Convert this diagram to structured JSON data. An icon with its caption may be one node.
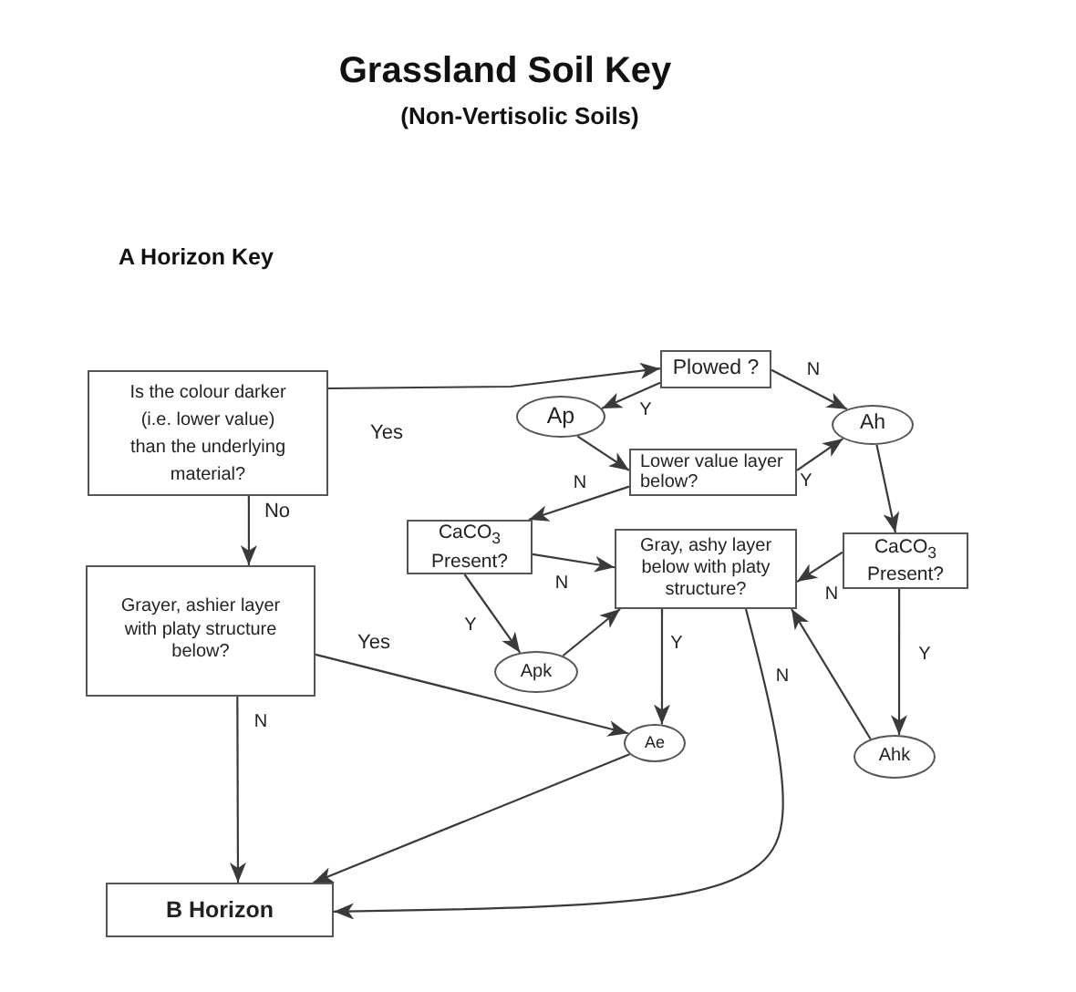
{
  "diagram": {
    "title": "Grassland Soil Key",
    "nodes": [
      {
        "text": [
          "Is the colour darker (i.e. lower value) than the underlying material?"
        ]
      },
      {
        "text": [
          "Plowed ?"
        ]
      },
      {
        "text": [
          "Ap"
        ]
      },
      {
        "text": [
          "Ah"
        ]
      },
      {
        "text": [
          "Lower value layer below?"
        ]
      },
      {
        "text": [
          "CaCO$_{3}$ Present?"
        ]
      },
      {
        "text": [
          "Gray, ashy layer below with platy structure?"
        ]
      },
      {
        "text": [
          "CaCO$_{3}$ Present?"
        ]
      },
      {
        "text": [
          "Grayer, ashier layer with platy structure below?"
        ]
      },
      {
        "text": [
          "Apk"
        ]
      },
      {
        "text": [
          "Ae"
        ]
      },
      {
        "text": [
          "Ahk"
        ]
      },
      {
        "text": [
          "B Horizon"
        ]
      }
    ],
    "edges": [
      {
        "from": 0,
        "to": 1,
        "arrow": "to",
        "label": "Yes"
      },
      {
        "from": 0,
        "to": 8,
        "arrow": "to",
        "label": "No"
      },
      {
        "from": 1,
        "to": 2,
        "arrow": "to",
        "label": "Y"
      },
      {
        "from": 1,
        "to": 3,
        "arrow": "to",
        "label": "N"
      },
      {
        "from": 2,
        "to": 4,
        "arrow": "to"
      },
      {
        "from": 4,
        "to": 3,
        "arrow": "to",
        "label": "Y"
      },
      {
        "from": 4,
        "to": 5,
        "arrow": "to",
        "label": "N"
      },
      {
        "from": 3,
        "to": 7,
        "arrow": "to"
      },
      {
        "from": 5,
        "to": 6,
        "arrow": "to",
        "label": "N"
      },
      {
        "from": 5,
        "to": 9,
        "arrow": "to",
        "label": "Y"
      },
      {
        "from": 9,
        "to": 6,
        "arrow": "to"
      },
      {
        "from": 7,
        "to": 6,
        "arrow": "to",
        "label": "N"
      },
      {
        "from": 7,
        "to": 11,
        "arrow": "to",
        "label": "Y"
      },
      {
        "from": 11,
        "to": 6,
        "arrow": "to"
      },
      {
        "from": 6,
        "to": 10,
        "arrow": "to",
        "label": "Y"
      },
      {
        "from": 6,
        "to": 12,
        "arrow": "to",
        "label": "N"
      },
      {
        "from": 8,
        "to": 10,
        "arrow": "to",
        "label": "Yes"
      },
      {
        "from": 8,
        "to": 12,
        "arrow": "to",
        "label": "N"
      },
      {
        "from": 10,
        "to": 12,
        "arrow": "to"
      }
    ],
    "labels": [
      "(Non-Vertisolic Soils)",
      "A Horizon Key"
    ]
  }
}
